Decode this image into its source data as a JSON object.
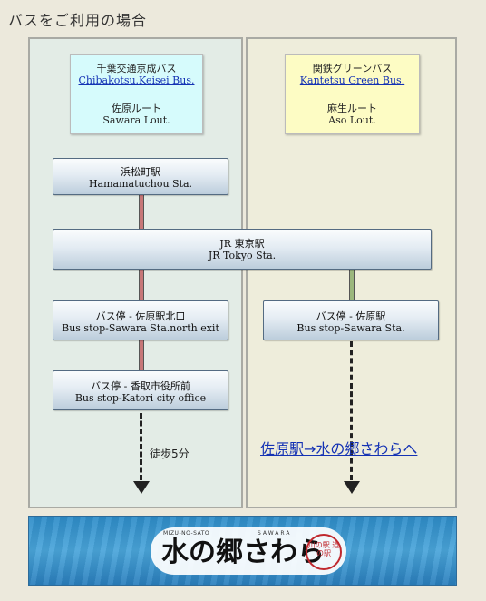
{
  "page_title": "バスをご利用の場合",
  "left_company": {
    "name_jp": "千葉交通京成バス",
    "name_en": "Chibakotsu.Keisei Bus.",
    "route_jp": "佐原ルート",
    "route_en": "Sawara Lout."
  },
  "right_company": {
    "name_jp": "関鉄グリーンバス",
    "name_en": "Kantetsu Green Bus.",
    "route_jp": "麻生ルート",
    "route_en": "Aso Lout."
  },
  "stations": {
    "hamamatsucho": {
      "jp": "浜松町駅",
      "en": "Hamamatuchou Sta."
    },
    "tokyo": {
      "jp": "JR 東京駅",
      "en": "JR Tokyo Sta."
    },
    "sawara_north": {
      "jp": "バス停 - 佐原駅北口",
      "en": "Bus stop-Sawara Sta.north exit"
    },
    "katori": {
      "jp": "バス停 - 香取市役所前",
      "en": "Bus stop-Katori city office"
    },
    "sawara": {
      "jp": "バス停 - 佐原駅",
      "en": "Bus stop-Sawara Sta."
    }
  },
  "walk_label": "徒歩5分",
  "route_link": "佐原駅→水の郷さわらへ",
  "banner": {
    "logo_main": "水の郷さわら",
    "logo_small": "MIZU-NO-SATO",
    "logo_sawara": "SAWARA",
    "seal": "川の駅 道の駅"
  },
  "colors": {
    "left_connector": "#c77778",
    "right_connector": "#9bb77d",
    "link": "#1432b4"
  }
}
